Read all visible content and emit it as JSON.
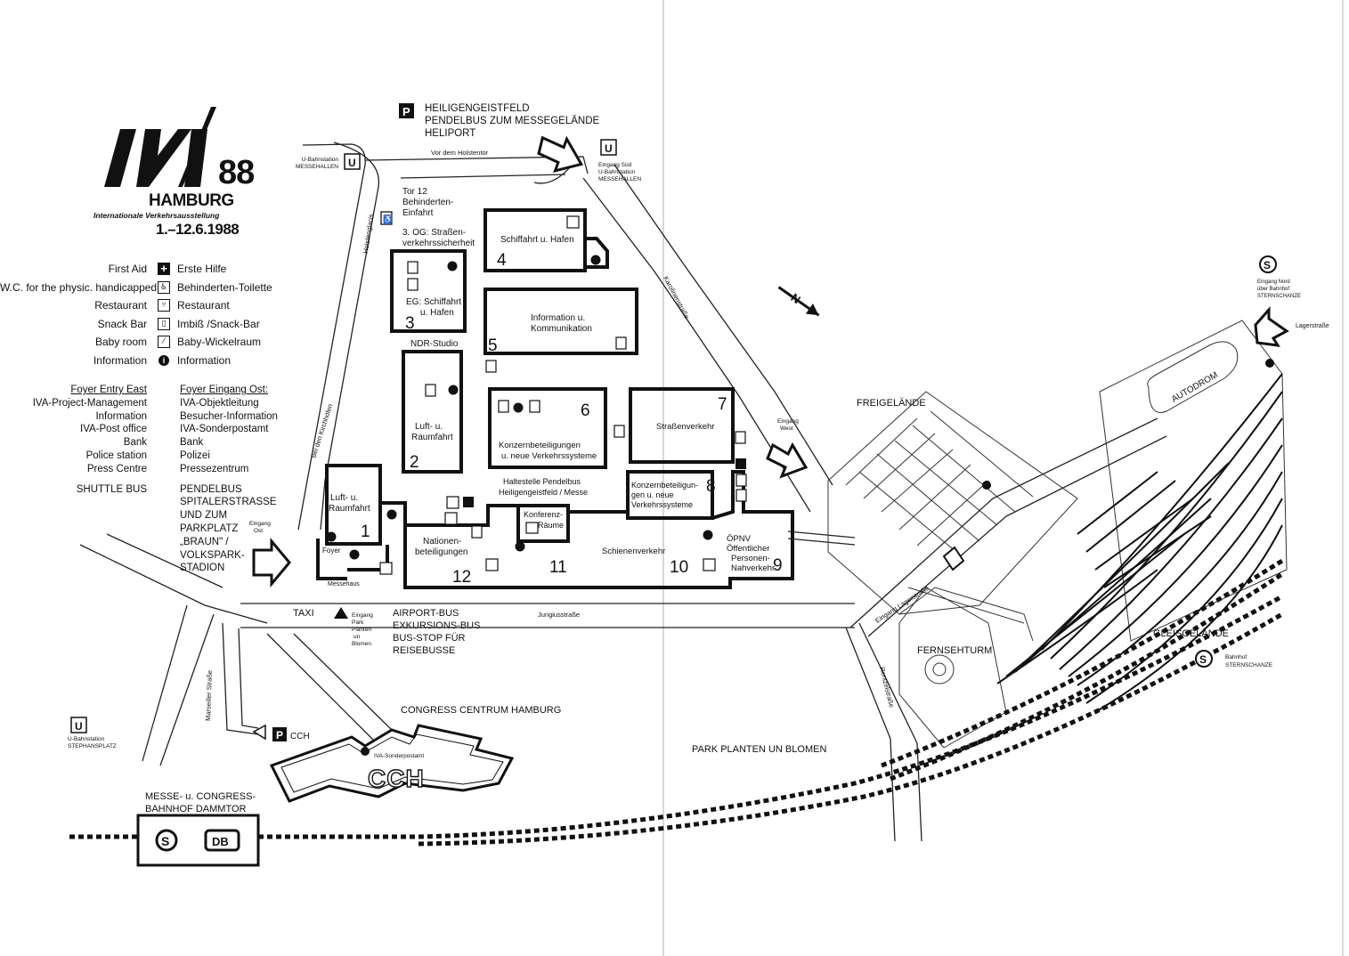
{
  "logo": {
    "mark": "IVA",
    "year": "88",
    "city": "HAMBURG",
    "subtitle": "Internationale Verkehrsausstellung",
    "dates": "1.–12.6.1988"
  },
  "legend": [
    {
      "en": "First Aid",
      "icon": "first-aid-icon",
      "de": "Erste Hilfe"
    },
    {
      "en": "W.C. for the physic. handicapped",
      "icon": "wheelchair-icon",
      "de": "Behinderten-Toilette"
    },
    {
      "en": "Restaurant",
      "icon": "restaurant-icon",
      "de": "Restaurant"
    },
    {
      "en": "Snack Bar",
      "icon": "snack-bar-icon",
      "de": "Imbiß /Snack-Bar"
    },
    {
      "en": "Baby room",
      "icon": "baby-room-icon",
      "de": "Baby-Wickelraum"
    },
    {
      "en": "Information",
      "icon": "information-icon",
      "de": "Information"
    }
  ],
  "foyer": {
    "heading_en": "Foyer Entry East",
    "heading_de": "Foyer Eingang Ost:",
    "rows": [
      {
        "en": "IVA-Project-Management",
        "de": "IVA-Objektleitung"
      },
      {
        "en": "Information",
        "de": "Besucher-Information"
      },
      {
        "en": "IVA-Post office",
        "de": "IVA-Sonderpostamt"
      },
      {
        "en": "Bank",
        "de": "Bank"
      },
      {
        "en": "Police station",
        "de": "Polizei"
      },
      {
        "en": "Press Centre",
        "de": "Pressezentrum"
      }
    ],
    "shuttle_en": "SHUTTLE BUS",
    "shuttle_de": [
      "PENDELBUS",
      "SPITALERSTRASSE",
      "UND ZUM",
      "PARKPLATZ",
      "„BRAUN\" /",
      "VOLKSPARK-",
      "STADION"
    ]
  },
  "top_parking": {
    "icon": "parking-icon",
    "lines": [
      "HEILIGENGEISTFELD",
      "PENDELBUS ZUM MESSEGELÄNDE",
      "HELIPORT"
    ]
  },
  "stations": {
    "messehallen": {
      "icon": "u-bahn-icon",
      "lines": [
        "U-Bahnstation",
        "MESSEHALLEN"
      ]
    },
    "eingang_sued": {
      "icon": "u-bahn-icon",
      "lines": [
        "Eingang Süd",
        "U-Bahnstation",
        "MESSEHALLEN"
      ]
    },
    "stephansplatz": {
      "icon": "u-bahn-icon",
      "lines": [
        "U-Bahnstation",
        "STEPHANSPLATZ"
      ]
    },
    "eingang_nord": {
      "icon": "s-bahn-icon",
      "lines": [
        "Eingang Nord",
        "über Bahnhof",
        "STERNSCHANZE"
      ]
    },
    "sternschanze": {
      "icon": "s-bahn-icon",
      "lines": [
        "Bahnhof",
        "STERNSCHANZE"
      ]
    },
    "dammtor": {
      "lines": [
        "MESSE- u. CONGRESS-",
        "BAHNHOF DAMMTOR"
      ],
      "s_icon": "S",
      "db_icon": "DB"
    }
  },
  "streets": {
    "vor_dem_holstentor": "Vor dem Holstentor",
    "holstenglacis": "Holstenglacis",
    "bei_den_kirchhoefen": "Bei den Kirchhöfen",
    "karolinenstrasse": "Karolinenstraße",
    "lagerstrasse": "Lagerstraße",
    "jungiusstrasse": "Jungiusstraße",
    "marseiller_strasse": "Marseiller Straße",
    "rentzelstrasse": "Rentzelstraße",
    "eingang_lagerstrasse": "Eingang Lagerstraße"
  },
  "entrances": {
    "tor12": [
      "Tor 12",
      "Behinderten-",
      "Einfahrt"
    ],
    "west": [
      "Eingang",
      "West"
    ],
    "ost": [
      "Eingang",
      "Ost"
    ],
    "park": [
      "Eingang",
      "Park",
      "Planten",
      "un",
      "Blomen"
    ]
  },
  "halls": [
    {
      "number": "1",
      "name": [
        "Luft- u.",
        "Raumfahrt"
      ]
    },
    {
      "number": "2",
      "name": [
        "Luft- u.",
        "Raumfahrt"
      ]
    },
    {
      "number": "3",
      "name": [
        "EG: Schiffahrt",
        "u. Hafen"
      ],
      "upper": [
        "3. OG: Straßen-",
        "verkehrssicherheit"
      ]
    },
    {
      "number": "4",
      "name": [
        "Schiffahrt u. Hafen"
      ]
    },
    {
      "number": "5",
      "name": [
        "Information u.",
        "Kommunikation"
      ]
    },
    {
      "number": "6",
      "name": [
        "Konzernbeteiligungen",
        "u. neue Verkehrssysteme"
      ]
    },
    {
      "number": "7",
      "name": [
        "Straßenverkehr"
      ]
    },
    {
      "number": "8",
      "name": [
        "Konzernbeteiligun-",
        "gen u. neue",
        "Verkehrssysteme"
      ]
    },
    {
      "number": "9",
      "name": [
        "ÖPNV",
        "Öffentlicher",
        "Personen-",
        "Nahverkehr"
      ]
    },
    {
      "number": "10",
      "name": []
    },
    {
      "number": "11",
      "name": [
        "Schienenverkehr"
      ]
    },
    {
      "number": "12",
      "name": [
        "Nationen-",
        "beteiligungen"
      ]
    }
  ],
  "labels": {
    "ndr": "NDR-Studio",
    "konferenz": [
      "Konferenz-",
      "Räume"
    ],
    "haltestelle": [
      "Haltestelle Pendelbus",
      "Heiligengeistfeld / Messe"
    ],
    "foyer": "Foyer",
    "messehaus": "Messehaus",
    "taxi": "TAXI",
    "bus": [
      "AIRPORT-BUS",
      "EXKURSIONS-BUS",
      "BUS-STOP FÜR",
      "REISEBUSSE"
    ],
    "freigelaende": "FREIGELÄNDE",
    "autodrom": "AUTODROM",
    "fernsehturm": "FERNSEHTURM",
    "gleisgelaende": "GLEISGELÄNDE",
    "park": "PARK PLANTEN UN BLOMEN",
    "cch_title": "CONGRESS CENTRUM HAMBURG",
    "cch_parking": "CCH",
    "cch_logo": "CCH",
    "sonderpostamt": "IVA-Sonderpostamt",
    "north": "N"
  }
}
